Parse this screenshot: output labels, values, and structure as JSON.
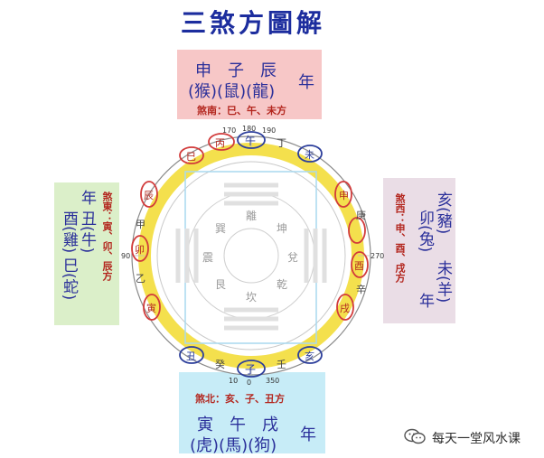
{
  "title": "三煞方圖解",
  "top": {
    "branches": "申　子　辰",
    "animals": "(猴)(鼠)(龍)",
    "year": "年",
    "sha": "煞南：巳、午、未方"
  },
  "bottom": {
    "branches": "寅　午　戌",
    "animals": "(虎)(馬)(狗)",
    "year": "年",
    "sha": "煞北：亥、子、丑方"
  },
  "left": {
    "col1": "巳(蛇)",
    "col2": "酉(雞)",
    "col3": "丑(牛)",
    "year": "年",
    "sha": "煞東：寅、卯、辰方"
  },
  "right": {
    "col1": "亥(豬)",
    "col2": "卯(兔)",
    "col3": "未(羊)",
    "year": "年",
    "sha": "煞西：申、酉、戌方"
  },
  "compass": {
    "top_labels": [
      "午",
      "丙",
      "丁",
      "巳",
      "未"
    ],
    "bottom_labels": [
      "子",
      "壬",
      "癸",
      "亥",
      "丑"
    ],
    "left_labels": [
      "卯",
      "甲",
      "乙",
      "寅",
      "辰"
    ],
    "right_labels": [
      "酉",
      "庚",
      "辛",
      "申",
      "戌"
    ],
    "degree_ticks": [
      "180",
      "170",
      "190",
      "0",
      "350",
      "10",
      "90",
      "270"
    ],
    "trigrams": [
      "離",
      "坎",
      "震",
      "兌",
      "巽",
      "坤",
      "艮",
      "乾"
    ]
  },
  "watermark": "每天一堂风水课"
}
